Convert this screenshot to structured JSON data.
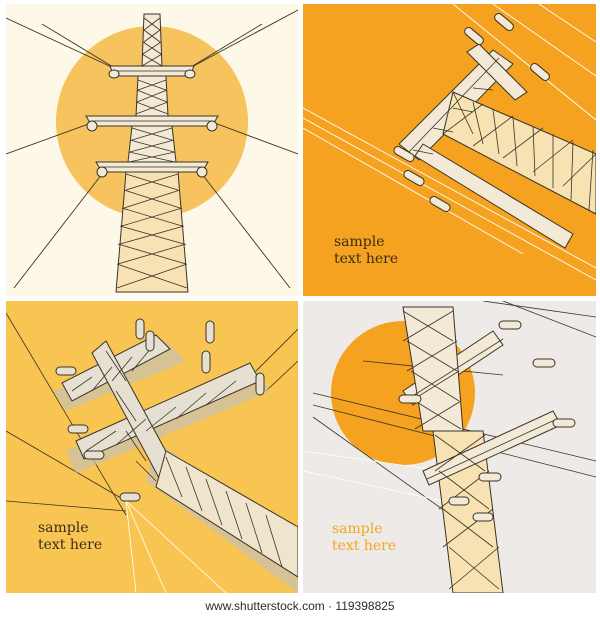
{
  "panels": [
    {
      "subject": "transmission-tower",
      "background": "#fdf8e8",
      "sun_color": "#f6c35f"
    },
    {
      "subject": "transmission-tower",
      "background": "#f4a21f",
      "caption": {
        "line1": "sample",
        "line2": "text here"
      }
    },
    {
      "subject": "transmission-tower",
      "background": "#f8c552",
      "caption": {
        "line1": "sample",
        "line2": "text here"
      }
    },
    {
      "subject": "transmission-tower",
      "background": "#eeeae7",
      "sun_color": "#f4a21f",
      "caption": {
        "line1": "sample",
        "line2": "text here"
      }
    }
  ],
  "colors": {
    "line_art": "#3b3225",
    "tower_fill": "#f2ead7"
  },
  "watermark": "www.shutterstock.com · 119398825"
}
